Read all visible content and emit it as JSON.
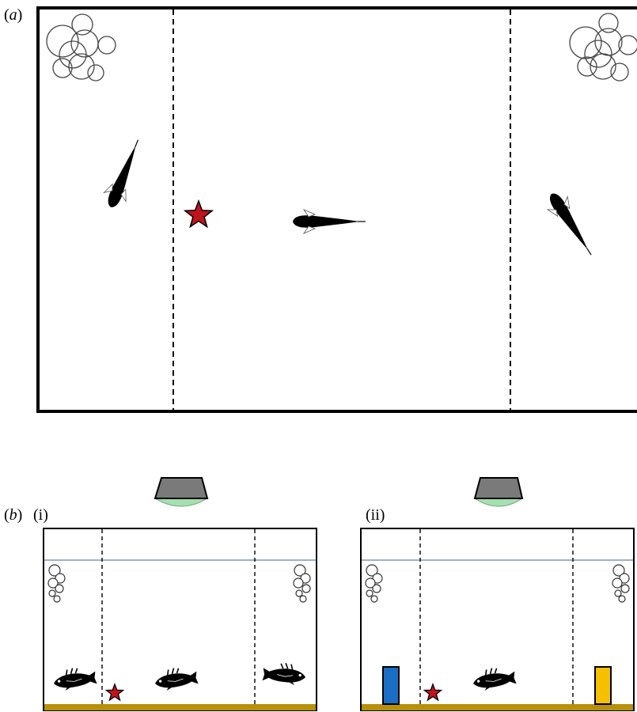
{
  "labels": {
    "panel_a_open": "(",
    "panel_a_letter": "a",
    "panel_a_close": ")",
    "panel_b_open": "(",
    "panel_b_letter": "b",
    "panel_b_close": ")",
    "sub_i": "(i)",
    "sub_ii": "(ii)"
  },
  "colors": {
    "star": "#c0141c",
    "water_line": "#7f95b8",
    "substrate": "#b8900a",
    "blue_block": "#1a6fc4",
    "yellow_block": "#f5c000",
    "lamp_body": "#7a7a7a",
    "lamp_light": "#a6dfb0"
  },
  "icons": {
    "star": "star-icon",
    "fish": "fish-icon",
    "bubbles": "bubbles-icon",
    "lamp": "lamp-icon"
  }
}
